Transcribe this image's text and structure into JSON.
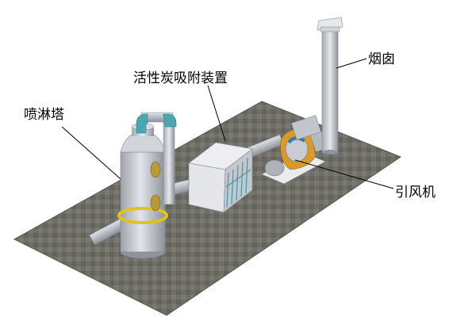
{
  "labels": {
    "spray_tower": "喷淋塔",
    "carbon_adsorber": "活性炭吸附装置",
    "chimney": "烟囱",
    "induced_fan": "引风机"
  },
  "colors": {
    "background": "#ffffff",
    "floor": "#6e6e66",
    "equipment": "#c9ccd2",
    "ring": "#e0c21a",
    "pipe_elbow": "#4aa7b2",
    "hatch": "#b99a36",
    "fan": "#d99a2a",
    "fan_accent": "#3a78a8",
    "leader": "#000000"
  }
}
